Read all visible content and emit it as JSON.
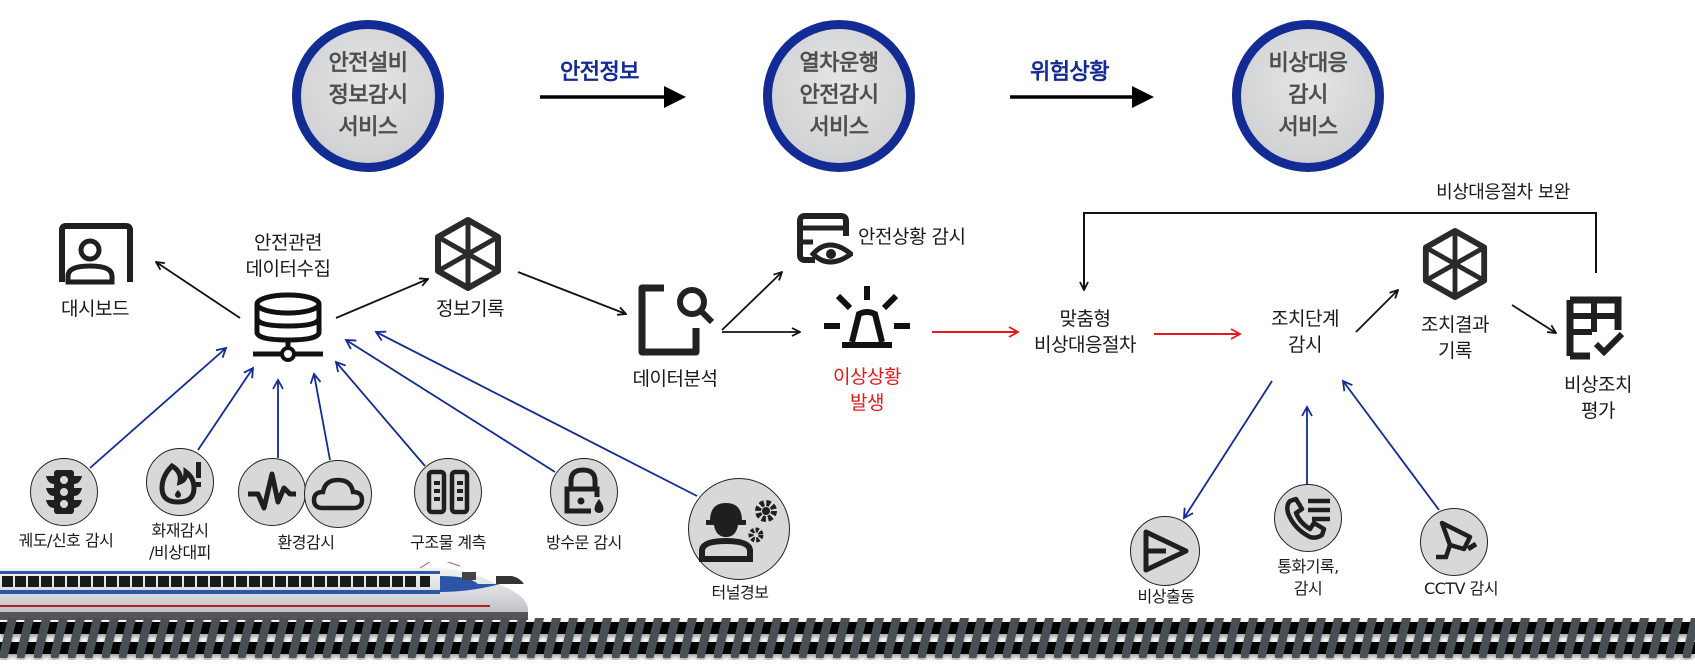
{
  "services": [
    {
      "id": "facility",
      "lines": [
        "안전설비",
        "정보감시",
        "서비스"
      ]
    },
    {
      "id": "train",
      "lines": [
        "열차운행",
        "안전감시",
        "서비스"
      ]
    },
    {
      "id": "emergency",
      "lines": [
        "비상대응",
        "감시",
        "서비스"
      ]
    }
  ],
  "flows": [
    {
      "label": "안전정보",
      "from": "facility",
      "to": "train"
    },
    {
      "label": "위험상황",
      "from": "train",
      "to": "emergency"
    }
  ],
  "nodes": {
    "dashboard": {
      "label": "대시보드",
      "icon": "dashboard-person-icon"
    },
    "collect": {
      "lines": [
        "안전관련",
        "데이터수집"
      ],
      "icon": "database-network-icon"
    },
    "record": {
      "label": "정보기록",
      "icon": "hexagon-cube-icon"
    },
    "analysis": {
      "label": "데이터분석",
      "icon": "document-search-icon"
    },
    "monitor": {
      "label": "안전상황 감시",
      "icon": "monitor-eye-icon"
    },
    "incident": {
      "lines": [
        "이상상황",
        "발생"
      ],
      "icon": "siren-alarm-icon"
    },
    "procedure": {
      "lines": [
        "맞춤형",
        "비상대응절차"
      ]
    },
    "stage_watch": {
      "lines": [
        "조치단계",
        "감시"
      ]
    },
    "result_record": {
      "lines": [
        "조치결과",
        "기록"
      ],
      "icon": "hexagon-cube-icon"
    },
    "evaluation": {
      "lines": [
        "비상조치",
        "평가"
      ],
      "icon": "checklist-icon"
    },
    "feedback": {
      "label": "비상대응절차 보완"
    }
  },
  "sensors": [
    {
      "lines": [
        "궤도/신호 감시"
      ],
      "icon": "traffic-light-icon"
    },
    {
      "lines": [
        "화재감시",
        "/비상대피"
      ],
      "icon": "fire-alert-icon"
    },
    {
      "lines": [
        "환경감시"
      ],
      "icon": "waveform-cloud-icon"
    },
    {
      "lines": [
        "구조물 계측"
      ],
      "icon": "structure-panels-icon"
    },
    {
      "lines": [
        "방수문 감시"
      ],
      "icon": "lock-water-icon"
    },
    {
      "lines": [
        "터널경보"
      ],
      "icon": "worker-gears-icon"
    }
  ],
  "response_inputs": [
    {
      "lines": [
        "비상출동"
      ],
      "icon": "send-arrow-icon"
    },
    {
      "lines": [
        "통화기록,",
        "감시"
      ],
      "icon": "phone-list-icon"
    },
    {
      "lines": [
        "CCTV 감시"
      ],
      "icon": "cctv-camera-icon"
    }
  ],
  "colors": {
    "accent": "#132b94",
    "alert": "#e3191c",
    "service_text": "#4d4f51",
    "icon": "#1f1f1f"
  }
}
